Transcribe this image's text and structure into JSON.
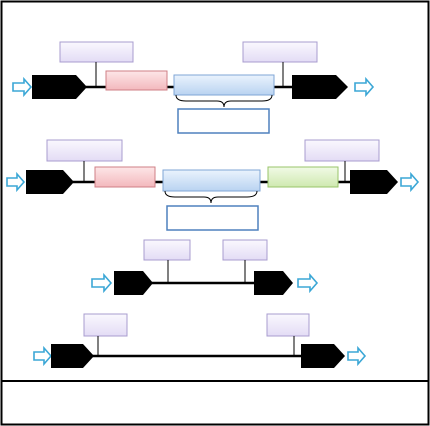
{
  "diagram": {
    "rows": [
      {
        "label_boxes": [
          {
            "text": ""
          },
          {
            "text": ""
          }
        ],
        "segments": [
          {
            "kind": "pink",
            "text": ""
          },
          {
            "kind": "blue",
            "text": ""
          }
        ],
        "bracket_box": {
          "text": ""
        }
      },
      {
        "label_boxes": [
          {
            "text": ""
          },
          {
            "text": ""
          }
        ],
        "segments": [
          {
            "kind": "pink",
            "text": ""
          },
          {
            "kind": "blue",
            "text": ""
          },
          {
            "kind": "green",
            "text": ""
          }
        ],
        "bracket_box": {
          "text": ""
        }
      },
      {
        "label_boxes": [
          {
            "text": ""
          },
          {
            "text": ""
          }
        ],
        "segments": []
      },
      {
        "label_boxes": [
          {
            "text": ""
          },
          {
            "text": ""
          }
        ],
        "segments": []
      }
    ],
    "caption": ""
  },
  "colors": {
    "frame": "#000000",
    "arrow": "#3ba7d6",
    "pink_fill": "#f7c9cc",
    "pink_stroke": "#cf7f86",
    "blue_fill": "#cfe2f7",
    "blue_stroke": "#7fa6d6",
    "green_fill": "#dff2c9",
    "green_stroke": "#98c46a",
    "label_fill": "#ece6f8",
    "label_stroke": "#a89ccf",
    "bracket_box_stroke": "#4f81bd"
  },
  "icons": [
    "arrow-right-outline-icon",
    "black-pentagon-arrow-icon"
  ]
}
